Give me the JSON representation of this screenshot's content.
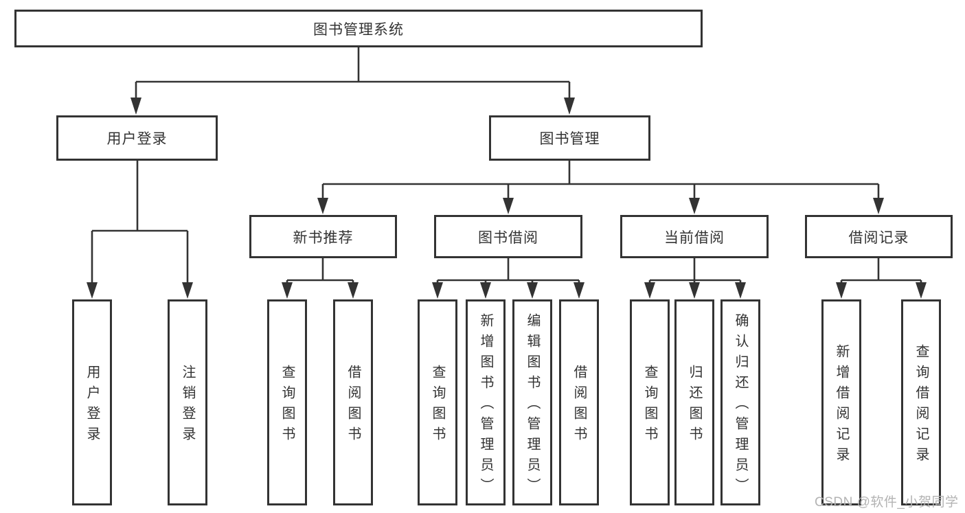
{
  "diagram": {
    "root": {
      "label": "图书管理系统"
    },
    "level2": [
      {
        "label": "用户登录"
      },
      {
        "label": "图书管理"
      }
    ],
    "level3": [
      {
        "label": "新书推荐"
      },
      {
        "label": "图书借阅"
      },
      {
        "label": "当前借阅"
      },
      {
        "label": "借阅记录"
      }
    ],
    "leaves": {
      "login": [
        "用户登录",
        "注销登录"
      ],
      "recommend": [
        "查询图书",
        "借阅图书"
      ],
      "borrow": [
        "查询图书",
        "新增图书（管理员）",
        "编辑图书（管理员）",
        "借阅图书"
      ],
      "current": [
        "查询图书",
        "归还图书",
        "确认归还（管理员）"
      ],
      "records": [
        "新增借阅记录",
        "查询借阅记录"
      ]
    }
  },
  "watermark": {
    "text": "CSDN @软件_小贺同学"
  },
  "colors": {
    "line": "#333333",
    "text": "#333333",
    "background": "#ffffff",
    "watermark": "#b3b3b3"
  }
}
